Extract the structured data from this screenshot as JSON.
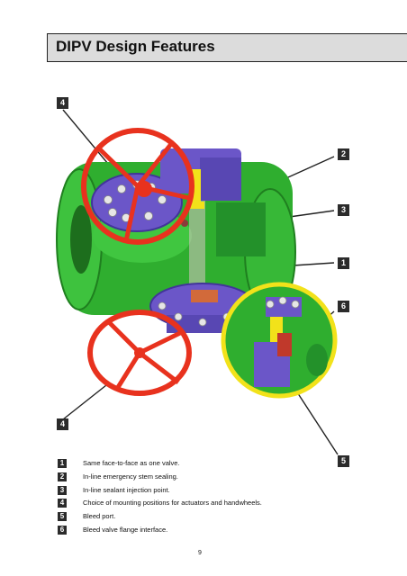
{
  "header": {
    "title": "DIPV Design Features"
  },
  "callouts": [
    "4",
    "2",
    "3",
    "1",
    "6",
    "4",
    "5"
  ],
  "legend": [
    {
      "num": "1",
      "text": "Same face-to-face as one valve."
    },
    {
      "num": "2",
      "text": "In-line emergency stem sealing."
    },
    {
      "num": "3",
      "text": "In-line sealant injection point."
    },
    {
      "num": "4",
      "text": "Choice of mounting positions for actuators and handwheels."
    },
    {
      "num": "5",
      "text": "Bleed port."
    },
    {
      "num": "6",
      "text": "Bleed valve flange interface."
    }
  ],
  "footer": {
    "page_number": "9"
  },
  "colors": {
    "body_green": "#2fae2f",
    "cap_purple": "#6b56c8",
    "handwheel_red": "#e8321e",
    "detail_yellow": "#f2e21a",
    "badge_dark": "#2b2b2b",
    "title_bar": "#dcdcdc"
  }
}
